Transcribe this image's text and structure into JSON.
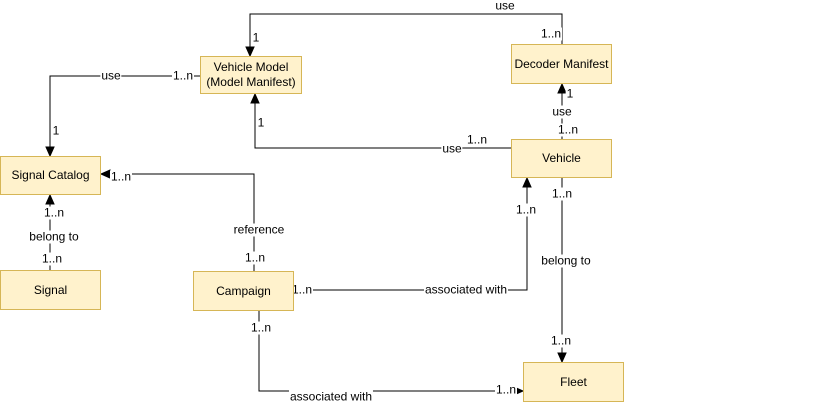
{
  "diagram": {
    "type": "uml-entity-relationship",
    "colors": {
      "background": "#ffffff",
      "node_fill": "#fff2cc",
      "node_border": "#d6b656",
      "line": "#000000",
      "text": "#000000"
    },
    "nodes": [
      {
        "id": "vehicle-model",
        "label": "Vehicle Model\n(Model Manifest)"
      },
      {
        "id": "decoder-manifest",
        "label": "Decoder Manifest"
      },
      {
        "id": "signal-catalog",
        "label": "Signal Catalog"
      },
      {
        "id": "vehicle",
        "label": "Vehicle"
      },
      {
        "id": "signal",
        "label": "Signal"
      },
      {
        "id": "campaign",
        "label": "Campaign"
      },
      {
        "id": "fleet",
        "label": "Fleet"
      }
    ],
    "edges": [
      {
        "id": "decoder-manifest-use-vehicle-model",
        "from": "decoder-manifest",
        "to": "vehicle-model",
        "label": "use",
        "from_cardinality": "1..n",
        "to_cardinality": "1"
      },
      {
        "id": "vehicle-model-use-signal-catalog",
        "from": "vehicle-model",
        "to": "signal-catalog",
        "label": "use",
        "from_cardinality": "1..n",
        "to_cardinality": "1"
      },
      {
        "id": "vehicle-use-vehicle-model",
        "from": "vehicle",
        "to": "vehicle-model",
        "label": "use",
        "from_cardinality": "1..n",
        "to_cardinality": "1"
      },
      {
        "id": "vehicle-use-decoder-manifest",
        "from": "vehicle",
        "to": "decoder-manifest",
        "label": "use",
        "from_cardinality": "1..n",
        "to_cardinality": "1"
      },
      {
        "id": "campaign-reference-signal-catalog",
        "from": "campaign",
        "to": "signal-catalog",
        "label": "reference",
        "from_cardinality": "1..n",
        "to_cardinality": "1..n"
      },
      {
        "id": "campaign-associated-with-vehicle",
        "from": "campaign",
        "to": "vehicle",
        "label": "associated with",
        "from_cardinality": "1..n",
        "to_cardinality": "1..n"
      },
      {
        "id": "vehicle-belong-to-fleet",
        "from": "vehicle",
        "to": "fleet",
        "label": "belong to",
        "from_cardinality": "1..n",
        "to_cardinality": "1..n"
      },
      {
        "id": "campaign-associated-with-fleet",
        "from": "campaign",
        "to": "fleet",
        "label": "associated with",
        "from_cardinality": "1..n",
        "to_cardinality": "1..n"
      },
      {
        "id": "signal-belong-to-signal-catalog",
        "from": "signal",
        "to": "signal-catalog",
        "label": "belong to",
        "from_cardinality": "1..n",
        "to_cardinality": "1..n"
      }
    ]
  }
}
